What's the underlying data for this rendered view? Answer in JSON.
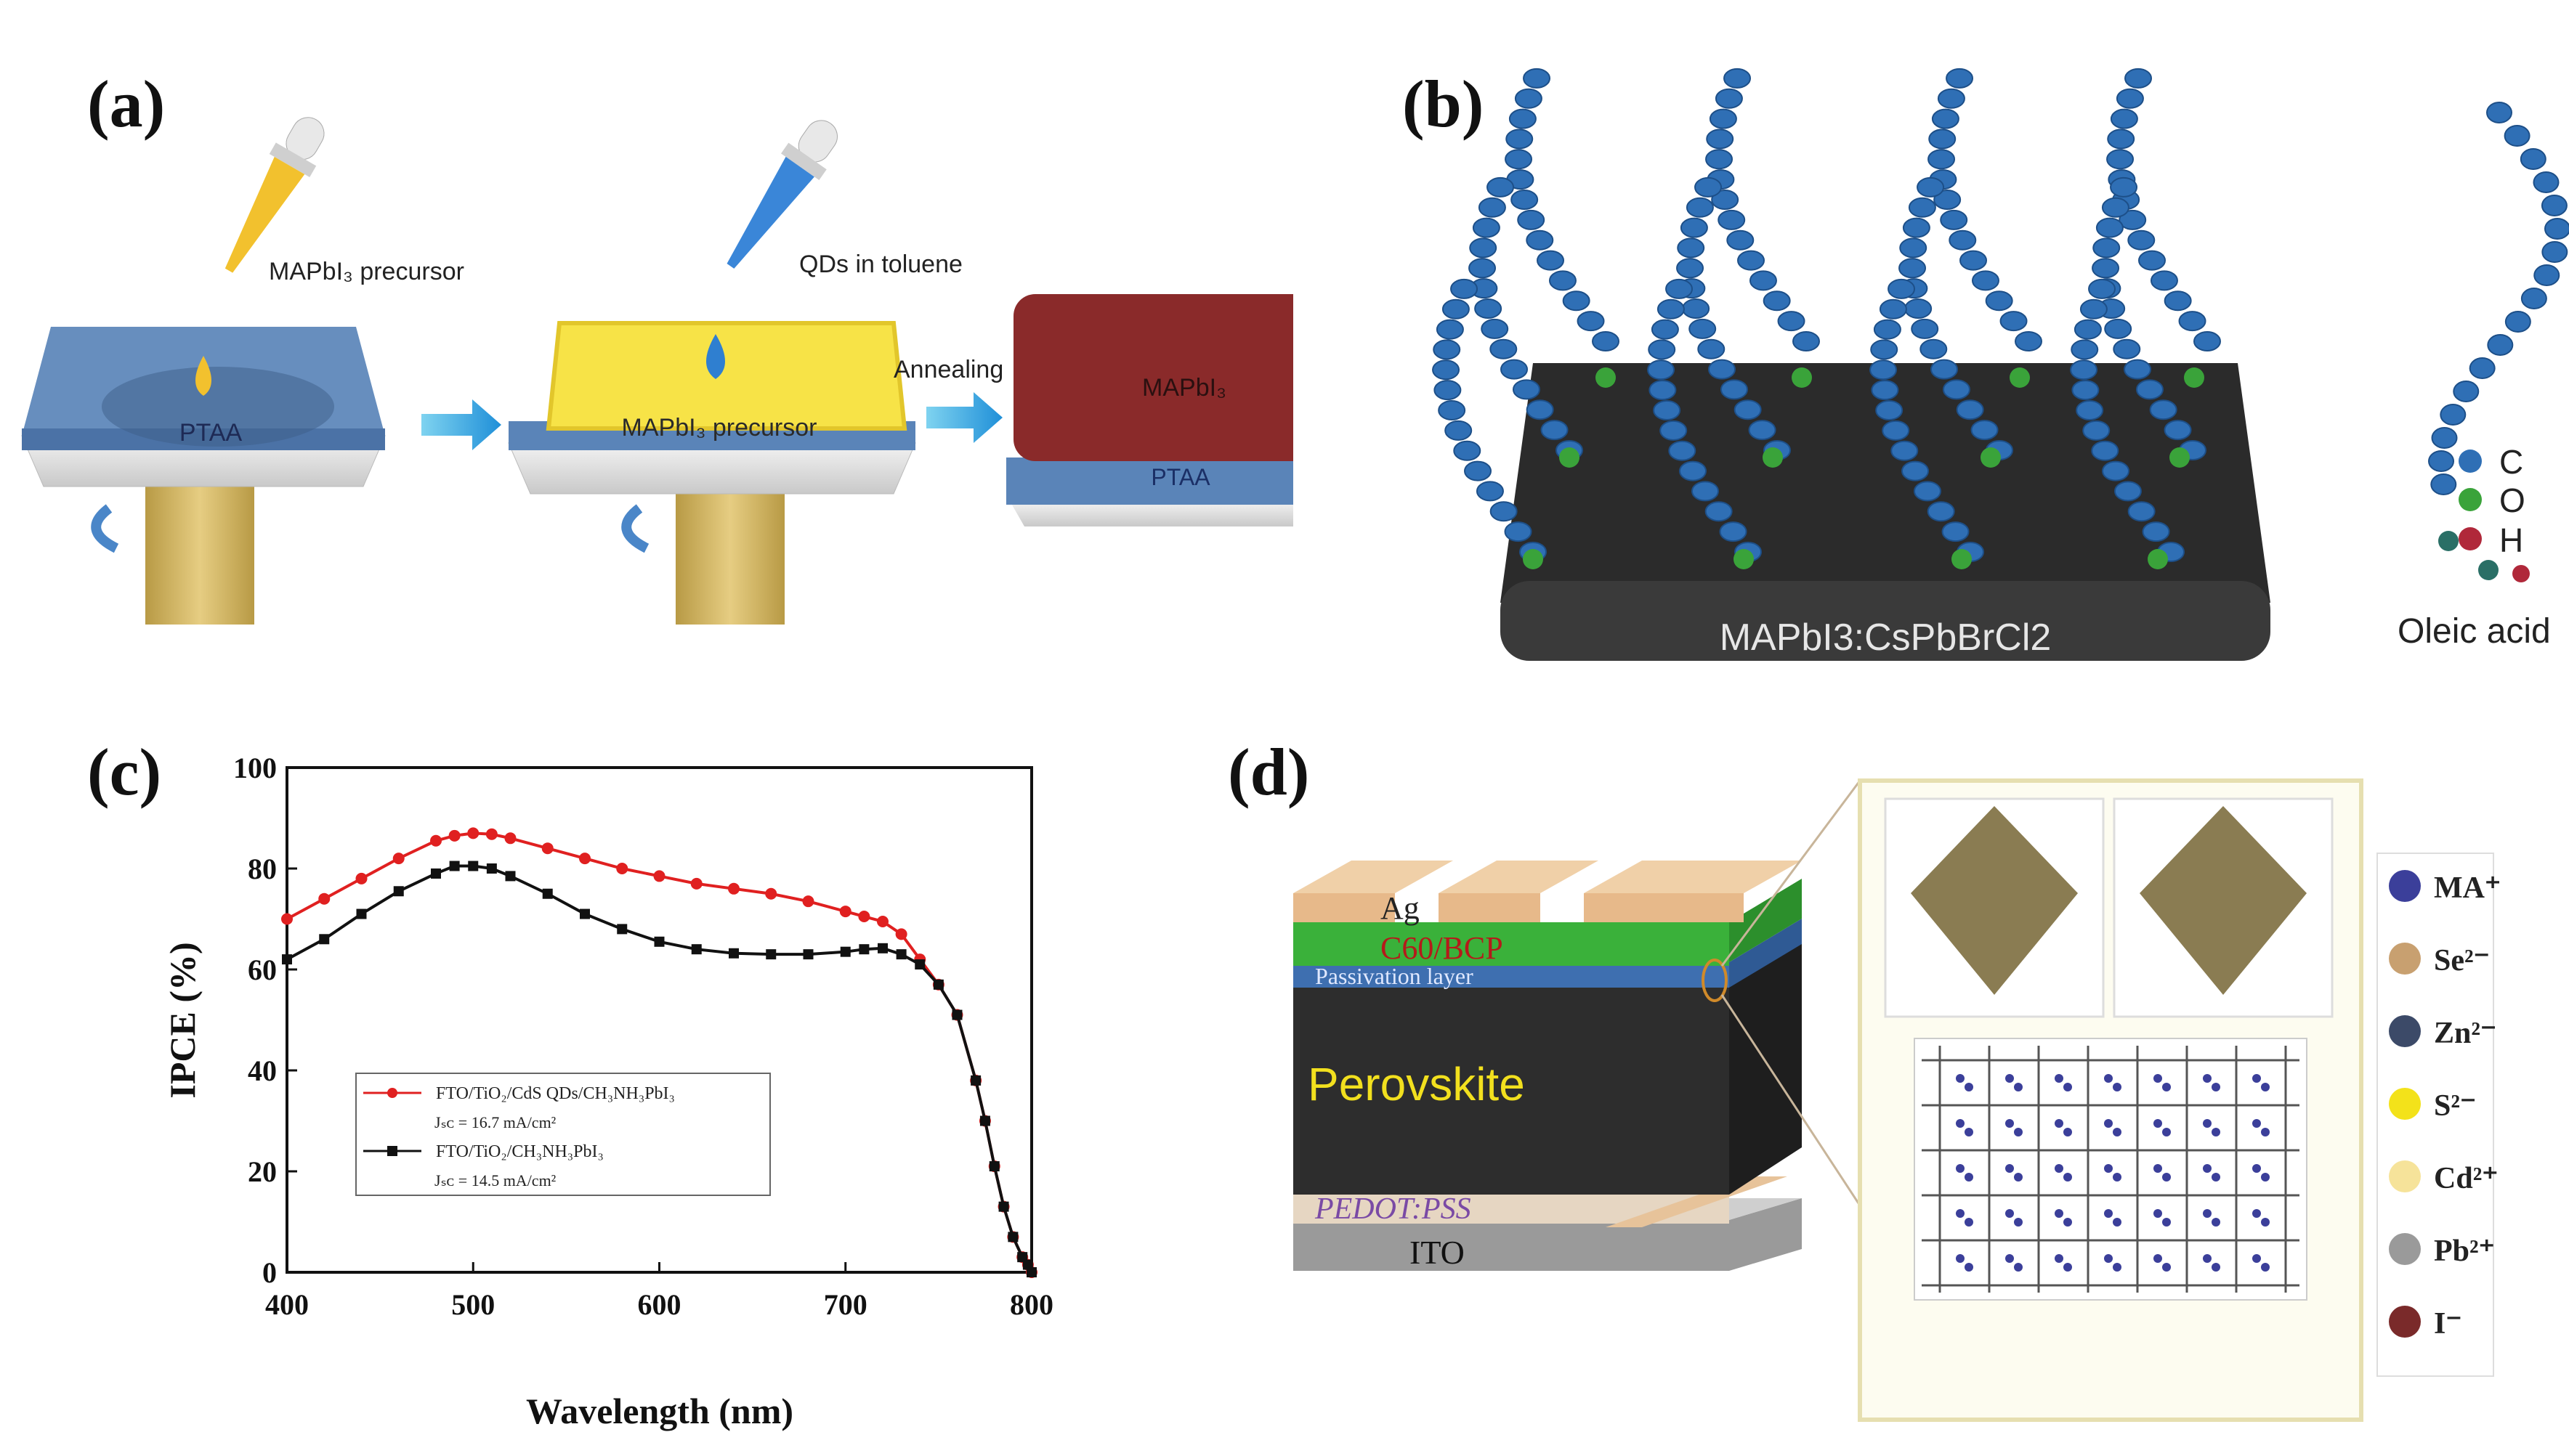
{
  "panels": {
    "a": {
      "label": "(a)",
      "step1": {
        "dropper_label": "MAPbI₃ precursor",
        "layer": "PTAA"
      },
      "step2": {
        "dropper_label": "QDs in toluene",
        "layer": "MAPbI₃ precursor"
      },
      "step3": {
        "arrow_label": "Annealing",
        "top_layer": "MAPbI₃",
        "bottom_layer": "PTAA"
      }
    },
    "b": {
      "label": "(b)",
      "substrate": "MAPbI3:CsPbBrCl2",
      "molecule": "Oleic acid",
      "legend": [
        {
          "symbol": "C",
          "color": "#2f6fb5"
        },
        {
          "symbol": "O",
          "color": "#3aa33a"
        },
        {
          "symbol": "H",
          "color": "#b0283a"
        }
      ]
    },
    "c": {
      "label": "(c)",
      "legend_1": "FTO/TiO₂/CdS QDs/CH₃NH₃PbI₃",
      "legend_1_jsc": "Jₛᴄ = 16.7 mA/cm²",
      "legend_2": "FTO/TiO₂/CH₃NH₃PbI₃",
      "legend_2_jsc": "Jₛᴄ = 14.5 mA/cm²"
    },
    "d": {
      "label": "(d)",
      "layers": [
        "Ag",
        "C60/BCP",
        "Passivation layer",
        "Perovskite",
        "PEDOT:PSS",
        "ITO"
      ],
      "legend": [
        {
          "symbol": "MA⁺",
          "color": "#3b3f9a"
        },
        {
          "symbol": "Se²⁻",
          "color": "#c8a070"
        },
        {
          "symbol": "Zn²⁻",
          "color": "#3c4a68"
        },
        {
          "symbol": "S²⁻",
          "color": "#f3e21a"
        },
        {
          "symbol": "Cd²⁺",
          "color": "#f6e39a"
        },
        {
          "symbol": "Pb²⁺",
          "color": "#9a9a9a"
        },
        {
          "symbol": "I⁻",
          "color": "#7a2a2a"
        }
      ]
    }
  },
  "chart_data": {
    "type": "line",
    "title": "",
    "xlabel": "Wavelength (nm)",
    "ylabel": "IPCE (%)",
    "xlim": [
      400,
      800
    ],
    "ylim": [
      0,
      100
    ],
    "xticks": [
      "400",
      "500",
      "600",
      "700",
      "800"
    ],
    "yticks": [
      "0",
      "20",
      "40",
      "60",
      "80",
      "100"
    ],
    "series": [
      {
        "name": "FTO/TiO₂/CdS QDs/CH₃NH₃PbI₃",
        "color": "#e02020",
        "marker": "circle",
        "x": [
          400,
          420,
          440,
          460,
          480,
          490,
          500,
          510,
          520,
          540,
          560,
          580,
          600,
          620,
          640,
          660,
          680,
          700,
          710,
          720,
          730,
          740,
          750,
          760,
          770,
          775,
          780,
          785,
          790,
          795,
          798,
          800
        ],
        "y": [
          70,
          74,
          78,
          82,
          85.5,
          86.5,
          87,
          86.8,
          86,
          84,
          82,
          80,
          78.5,
          77,
          76,
          75,
          73.5,
          71.5,
          70.5,
          69.5,
          67,
          62,
          57,
          51,
          38,
          30,
          21,
          13,
          7,
          3,
          1.5,
          0
        ]
      },
      {
        "name": "FTO/TiO₂/CH₃NH₃PbI₃",
        "color": "#111111",
        "marker": "square",
        "x": [
          400,
          420,
          440,
          460,
          480,
          490,
          500,
          510,
          520,
          540,
          560,
          580,
          600,
          620,
          640,
          660,
          680,
          700,
          710,
          720,
          730,
          740,
          750,
          760,
          770,
          775,
          780,
          785,
          790,
          795,
          798,
          800
        ],
        "y": [
          62,
          66,
          71,
          75.5,
          79,
          80.5,
          80.5,
          80,
          78.5,
          75,
          71,
          68,
          65.5,
          64,
          63.2,
          63,
          63,
          63.5,
          64,
          64.2,
          63,
          61,
          57,
          51,
          38,
          30,
          21,
          13,
          7,
          3,
          1.5,
          0
        ]
      }
    ]
  }
}
